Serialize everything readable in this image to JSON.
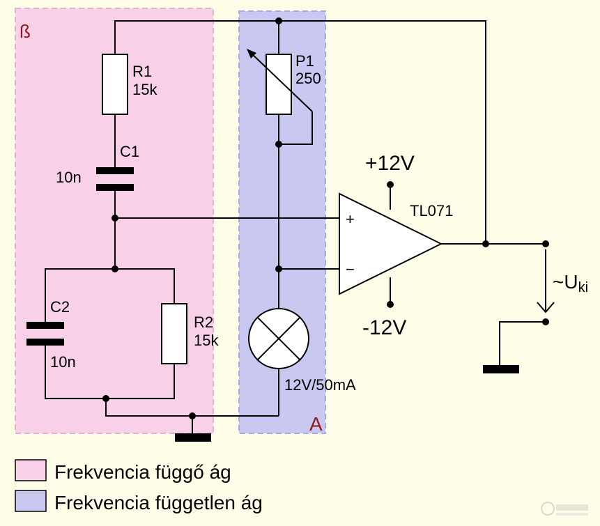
{
  "regions": {
    "beta_label": "ß",
    "a_label": "A"
  },
  "components": {
    "r1": {
      "name": "R1",
      "value": "15k"
    },
    "c1": {
      "name": "C1",
      "value": "10n"
    },
    "c2": {
      "name": "C2",
      "value": "10n"
    },
    "r2": {
      "name": "R2",
      "value": "15k"
    },
    "p1": {
      "name": "P1",
      "value": "250"
    },
    "lamp": {
      "value": "12V/50mA"
    },
    "opamp": {
      "name": "TL071",
      "plus": "+",
      "minus": "−"
    },
    "supply_pos": "+12V",
    "supply_neg": "-12V",
    "output": {
      "prefix": "~U",
      "subscript": "ki"
    }
  },
  "legend": [
    {
      "label": "Frekvencia függő ág",
      "color": "#f8d0e8"
    },
    {
      "label": "Frekvencia független ág",
      "color": "#c8c8f0"
    }
  ],
  "colors": {
    "background": "#fefee8",
    "pink_region": "#f8d0e8",
    "blue_region": "#c8c8f0",
    "region_label": "#8b1a1a"
  }
}
